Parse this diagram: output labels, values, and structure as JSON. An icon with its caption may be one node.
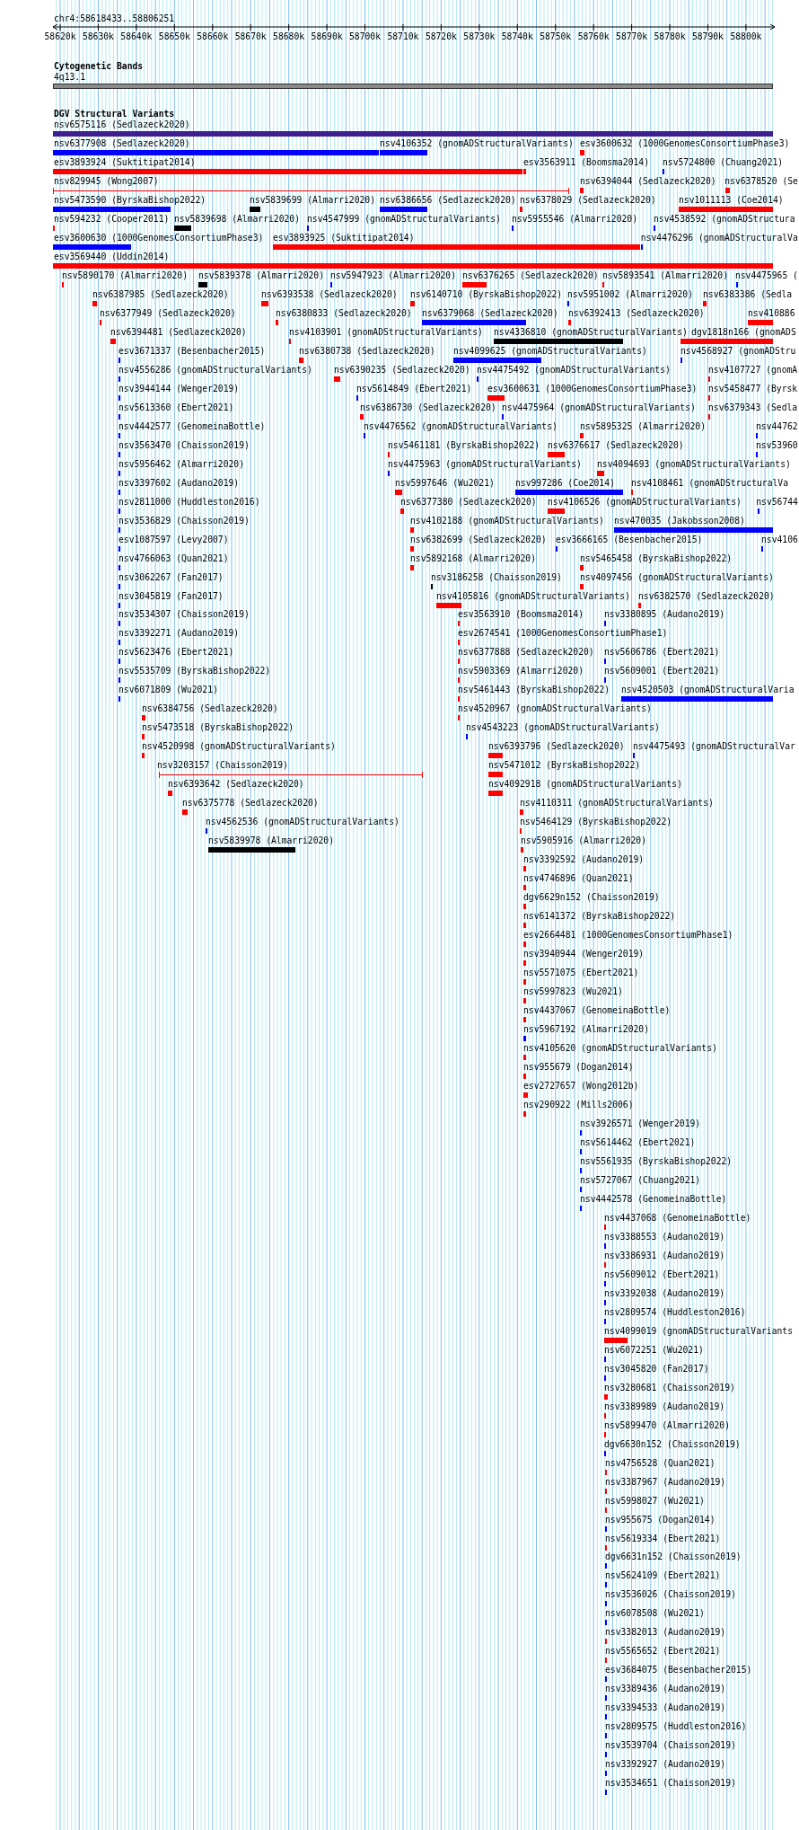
{
  "diagram": {
    "nodes": [
      {
        "text": [
          "4q13.1"
        ]
      },
      {
        "text": [
          "nsv6575116 (Sedlazeck2020)"
        ]
      },
      {
        "text": [
          "nsv6377908 (Sedlazeck2020)"
        ]
      },
      {
        "text": [
          "nsv4106352 (gnomADStructuralVariants)"
        ]
      },
      {
        "text": [
          "esv3600632 (1000GenomesConsortiumPhase3)"
        ]
      },
      {
        "text": [
          "esv3893924 (Suktitipat2014)"
        ]
      },
      {
        "text": [
          "esv3563911 (Boomsma2014)"
        ]
      },
      {
        "text": [
          "nsv5724800 (Chuang2021)"
        ]
      },
      {
        "text": [
          "nsv829945 (Wong2007)"
        ]
      },
      {
        "text": [
          "nsv6394044 (Sedlazeck2020)"
        ]
      },
      {
        "text": [
          "nsv6378520 (Se"
        ]
      },
      {
        "text": [
          "nsv5473590 (ByrskaBishop2022)"
        ]
      },
      {
        "text": [
          "nsv5839699 (Almarri2020)"
        ]
      },
      {
        "text": [
          "nsv6386656 (Sedlazeck2020)"
        ]
      },
      {
        "text": [
          "nsv6378029 (Sedlazeck2020)"
        ]
      },
      {
        "text": [
          "nsv1011113 (Coe2014)"
        ]
      },
      {
        "text": [
          "nsv594232 (Cooper2011)"
        ]
      },
      {
        "text": [
          "nsv5839698 (Almarri2020)"
        ]
      },
      {
        "text": [
          "nsv4547999 (gnomADStructuralVariants)"
        ]
      },
      {
        "text": [
          "nsv5955546 (Almarri2020)"
        ]
      },
      {
        "text": [
          "nsv4538592 (gnomADStructura"
        ]
      },
      {
        "text": [
          "esv3600630 (1000GenomesConsortiumPhase3)"
        ]
      },
      {
        "text": [
          "esv3893925 (Suktitipat2014)"
        ]
      },
      {
        "text": [
          "nsv4476296 (gnomADStructuralVa"
        ]
      },
      {
        "text": [
          "esv3569440 (Uddin2014)"
        ]
      },
      {
        "text": [
          "nsv5890170 (Almarri2020)"
        ]
      },
      {
        "text": [
          "nsv5839378 (Almarri2020)"
        ]
      },
      {
        "text": [
          "nsv5947923 (Almarri2020)"
        ]
      },
      {
        "text": [
          "nsv6376265 (Sedlazeck2020)"
        ]
      },
      {
        "text": [
          "nsv5893541 (Almarri2020)"
        ]
      },
      {
        "text": [
          "nsv4475965 ("
        ]
      },
      {
        "text": [
          "nsv6387985 (Sedlazeck2020)"
        ]
      },
      {
        "text": [
          "nsv6393538 (Sedlazeck2020)"
        ]
      },
      {
        "text": [
          "nsv6140710 (ByrskaBishop2022)"
        ]
      },
      {
        "text": [
          "nsv5951002 (Almarri2020)"
        ]
      },
      {
        "text": [
          "nsv6383386 (Sedla"
        ]
      },
      {
        "text": [
          "nsv6377949 (Sedlazeck2020)"
        ]
      },
      {
        "text": [
          "nsv6380833 (Sedlazeck2020)"
        ]
      },
      {
        "text": [
          "nsv6379068 (Sedlazeck2020)"
        ]
      },
      {
        "text": [
          "nsv6392413 (Sedlazeck2020)"
        ]
      },
      {
        "text": [
          "nsv410886"
        ]
      },
      {
        "text": [
          "nsv6394481 (Sedlazeck2020)"
        ]
      },
      {
        "text": [
          "nsv4103901 (gnomADStructuralVariants)"
        ]
      },
      {
        "text": [
          "nsv4336810 (gnomADStructuralVariants)"
        ]
      },
      {
        "text": [
          "dgv1818n166 (gnomADS"
        ]
      },
      {
        "text": [
          "esv3671337 (Besenbacher2015)"
        ]
      },
      {
        "text": [
          "nsv6380738 (Sedlazeck2020)"
        ]
      },
      {
        "text": [
          "nsv4099625 (gnomADStructuralVariants)"
        ]
      },
      {
        "text": [
          "nsv4568927 (gnomADStru"
        ]
      },
      {
        "text": [
          "nsv4556286 (gnomADStructuralVariants)"
        ]
      },
      {
        "text": [
          "nsv6390235 (Sedlazeck2020)"
        ]
      },
      {
        "text": [
          "nsv4475492 (gnomADStructuralVariants)"
        ]
      },
      {
        "text": [
          "nsv4107727 (gnomA"
        ]
      },
      {
        "text": [
          "nsv3944144 (Wenger2019)"
        ]
      },
      {
        "text": [
          "nsv5614849 (Ebert2021)"
        ]
      },
      {
        "text": [
          "esv3600631 (1000GenomesConsortiumPhase3)"
        ]
      },
      {
        "text": [
          "nsv5458477 (Byrsk"
        ]
      },
      {
        "text": [
          "nsv5613360 (Ebert2021)"
        ]
      },
      {
        "text": [
          "nsv6386730 (Sedlazeck2020)"
        ]
      },
      {
        "text": [
          "nsv4475964 (gnomADStructuralVariants)"
        ]
      },
      {
        "text": [
          "nsv6379343 (Sedla"
        ]
      },
      {
        "text": [
          "nsv4442577 (GenomeinaBottle)"
        ]
      },
      {
        "text": [
          "nsv4476562 (gnomADStructuralVariants)"
        ]
      },
      {
        "text": [
          "nsv5895325 (Almarri2020)"
        ]
      },
      {
        "text": [
          "nsv44762"
        ]
      },
      {
        "text": [
          "nsv3563470 (Chaisson2019)"
        ]
      },
      {
        "text": [
          "nsv5461181 (ByrskaBishop2022)"
        ]
      },
      {
        "text": [
          "nsv6376617 (Sedlazeck2020)"
        ]
      },
      {
        "text": [
          "nsv53960"
        ]
      },
      {
        "text": [
          "nsv5956462 (Almarri2020)"
        ]
      },
      {
        "text": [
          "nsv4475963 (gnomADStructuralVariants)"
        ]
      },
      {
        "text": [
          "nsv4094693 (gnomADStructuralVariants)"
        ]
      },
      {
        "text": [
          "nsv3397602 (Audano2019)"
        ]
      },
      {
        "text": [
          "nsv5997646 (Wu2021)"
        ]
      },
      {
        "text": [
          "nsv997286 (Coe2014)"
        ]
      },
      {
        "text": [
          "nsv4108461 (gnomADStructuralVa"
        ]
      },
      {
        "text": [
          "nsv2811000 (Huddleston2016)"
        ]
      },
      {
        "text": [
          "nsv6377380 (Sedlazeck2020)"
        ]
      },
      {
        "text": [
          "nsv4106526 (gnomADStructuralVariants)"
        ]
      },
      {
        "text": [
          "nsv56744"
        ]
      },
      {
        "text": [
          "nsv3536829 (Chaisson2019)"
        ]
      },
      {
        "text": [
          "nsv4102188 (gnomADStructuralVariants)"
        ]
      },
      {
        "text": [
          "nsv470035 (Jakobsson2008)"
        ]
      },
      {
        "text": [
          "esv1087597 (Levy2007)"
        ]
      },
      {
        "text": [
          "nsv6382699 (Sedlazeck2020)"
        ]
      },
      {
        "text": [
          "esv3666165 (Besenbacher2015)"
        ]
      },
      {
        "text": [
          "nsv4106"
        ]
      },
      {
        "text": [
          "nsv4766063 (Quan2021)"
        ]
      },
      {
        "text": [
          "nsv5892168 (Almarri2020)"
        ]
      },
      {
        "text": [
          "nsv5465458 (ByrskaBishop2022)"
        ]
      },
      {
        "text": [
          "nsv3062267 (Fan2017)"
        ]
      },
      {
        "text": [
          "nsv3186258 (Chaisson2019)"
        ]
      },
      {
        "text": [
          "nsv4097456 (gnomADStructuralVariants)"
        ]
      },
      {
        "text": [
          "nsv3045819 (Fan2017)"
        ]
      },
      {
        "text": [
          "nsv4105816 (gnomADStructuralVariants)"
        ]
      },
      {
        "text": [
          "nsv6382570 (Sedlazeck2020)"
        ]
      },
      {
        "text": [
          "nsv3534307 (Chaisson2019)"
        ]
      },
      {
        "text": [
          "esv3563910 (Boomsma2014)"
        ]
      },
      {
        "text": [
          "nsv3380895 (Audano2019)"
        ]
      },
      {
        "text": [
          "nsv3392271 (Audano2019)"
        ]
      },
      {
        "text": [
          "esv2674541 (1000GenomesConsortiumPhase1)"
        ]
      },
      {
        "text": [
          "nsv5623476 (Ebert2021)"
        ]
      },
      {
        "text": [
          "nsv6377888 (Sedlazeck2020)"
        ]
      },
      {
        "text": [
          "nsv5606786 (Ebert2021)"
        ]
      },
      {
        "text": [
          "nsv5535709 (ByrskaBishop2022)"
        ]
      },
      {
        "text": [
          "nsv5903369 (Almarri2020)"
        ]
      },
      {
        "text": [
          "nsv5609001 (Ebert2021)"
        ]
      },
      {
        "text": [
          "nsv6071809 (Wu2021)"
        ]
      },
      {
        "text": [
          "nsv5461443 (ByrskaBishop2022)"
        ]
      },
      {
        "text": [
          "nsv4520503 (gnomADStructuralVaria"
        ]
      },
      {
        "text": [
          "nsv6384756 (Sedlazeck2020)"
        ]
      },
      {
        "text": [
          "nsv4520967 (gnomADStructuralVariants)"
        ]
      },
      {
        "text": [
          "nsv5473518 (ByrskaBishop2022)"
        ]
      },
      {
        "text": [
          "nsv4543223 (gnomADStructuralVariants)"
        ]
      },
      {
        "text": [
          "nsv4520998 (gnomADStructuralVariants)"
        ]
      },
      {
        "text": [
          "nsv6393796 (Sedlazeck2020)"
        ]
      },
      {
        "text": [
          "nsv4475493 (gnomADStructuralVar"
        ]
      },
      {
        "text": [
          "nsv3203157 (Chaisson2019)"
        ]
      },
      {
        "text": [
          "nsv5471012 (ByrskaBishop2022)"
        ]
      },
      {
        "text": [
          "nsv6393642 (Sedlazeck2020)"
        ]
      },
      {
        "text": [
          "nsv4092918 (gnomADStructuralVariants)"
        ]
      },
      {
        "text": [
          "nsv6375778 (Sedlazeck2020)"
        ]
      },
      {
        "text": [
          "nsv4110311 (gnomADStructuralVariants)"
        ]
      },
      {
        "text": [
          "nsv4562536 (gnomADStructuralVariants)"
        ]
      },
      {
        "text": [
          "nsv5464129 (ByrskaBishop2022)"
        ]
      },
      {
        "text": [
          "nsv5839978 (Almarri2020)"
        ]
      },
      {
        "text": [
          "nsv5905916 (Almarri2020)"
        ]
      },
      {
        "text": [
          "nsv3392592 (Audano2019)"
        ]
      },
      {
        "text": [
          "nsv4746896 (Quan2021)"
        ]
      },
      {
        "text": [
          "dgv6629n152 (Chaisson2019)"
        ]
      },
      {
        "text": [
          "nsv6141372 (ByrskaBishop2022)"
        ]
      },
      {
        "text": [
          "esv2664481 (1000GenomesConsortiumPhase1)"
        ]
      },
      {
        "text": [
          "nsv3940944 (Wenger2019)"
        ]
      },
      {
        "text": [
          "nsv5571075 (Ebert2021)"
        ]
      },
      {
        "text": [
          "nsv5997823 (Wu2021)"
        ]
      },
      {
        "text": [
          "nsv4437067 (GenomeinaBottle)"
        ]
      },
      {
        "text": [
          "nsv5967192 (Almarri2020)"
        ]
      },
      {
        "text": [
          "nsv4105620 (gnomADStructuralVariants)"
        ]
      },
      {
        "text": [
          "nsv955679 (Dogan2014)"
        ]
      },
      {
        "text": [
          "esv2727657 (Wong2012b)"
        ]
      },
      {
        "text": [
          "nsv290922 (Mills2006)"
        ]
      },
      {
        "text": [
          "nsv3926571 (Wenger2019)"
        ]
      },
      {
        "text": [
          "nsv5614462 (Ebert2021)"
        ]
      },
      {
        "text": [
          "nsv5561935 (ByrskaBishop2022)"
        ]
      },
      {
        "text": [
          "nsv5727067 (Chuang2021)"
        ]
      },
      {
        "text": [
          "nsv4442578 (GenomeinaBottle)"
        ]
      },
      {
        "text": [
          "nsv4437068 (GenomeinaBottle)"
        ]
      },
      {
        "text": [
          "nsv3388553 (Audano2019)"
        ]
      },
      {
        "text": [
          "nsv3386931 (Audano2019)"
        ]
      },
      {
        "text": [
          "nsv5609012 (Ebert2021)"
        ]
      },
      {
        "text": [
          "nsv3392038 (Audano2019)"
        ]
      },
      {
        "text": [
          "nsv2809574 (Huddleston2016)"
        ]
      },
      {
        "text": [
          "nsv4099019 (gnomADStructuralVariants"
        ]
      },
      {
        "text": [
          "nsv6072251 (Wu2021)"
        ]
      },
      {
        "text": [
          "nsv3045820 (Fan2017)"
        ]
      },
      {
        "text": [
          "nsv3280681 (Chaisson2019)"
        ]
      },
      {
        "text": [
          "nsv3389989 (Audano2019)"
        ]
      },
      {
        "text": [
          "nsv5899470 (Almarri2020)"
        ]
      },
      {
        "text": [
          "dgv6630n152 (Chaisson2019)"
        ]
      },
      {
        "text": [
          "nsv4756528 (Quan2021)"
        ]
      },
      {
        "text": [
          "nsv3387967 (Audano2019)"
        ]
      },
      {
        "text": [
          "nsv5998027 (Wu2021)"
        ]
      },
      {
        "text": [
          "nsv955675 (Dogan2014)"
        ]
      },
      {
        "text": [
          "nsv5619334 (Ebert2021)"
        ]
      },
      {
        "text": [
          "dgv6631n152 (Chaisson2019)"
        ]
      },
      {
        "text": [
          "nsv5624109 (Ebert2021)"
        ]
      },
      {
        "text": [
          "nsv3536026 (Chaisson2019)"
        ]
      },
      {
        "text": [
          "nsv6078508 (Wu2021)"
        ]
      },
      {
        "text": [
          "nsv3382013 (Audano2019)"
        ]
      },
      {
        "text": [
          "nsv5565652 (Ebert2021)"
        ]
      },
      {
        "text": [
          "esv3684075 (Besenbacher2015)"
        ]
      },
      {
        "text": [
          "nsv3389436 (Audano2019)"
        ]
      },
      {
        "text": [
          "nsv3394533 (Audano2019)"
        ]
      },
      {
        "text": [
          "nsv2809575 (Huddleston2016)"
        ]
      },
      {
        "text": [
          "nsv3539704 (Chaisson2019)"
        ]
      },
      {
        "text": [
          "nsv3392927 (Audano2019)"
        ]
      },
      {
        "text": [
          "nsv3534651 (Chaisson2019)"
        ]
      }
    ],
    "labels": [
      "chr4:58618433..58806251",
      "58620k",
      "58630k",
      "58640k",
      "58650k",
      "58660k",
      "58670k",
      "58680k",
      "58690k",
      "58700k",
      "58710k",
      "58720k",
      "58730k",
      "58740k",
      "58750k",
      "58760k",
      "58770k",
      "58780k",
      "58790k",
      "58800k",
      "Cytogenetic Bands",
      "DGV Structural Variants"
    ]
  }
}
